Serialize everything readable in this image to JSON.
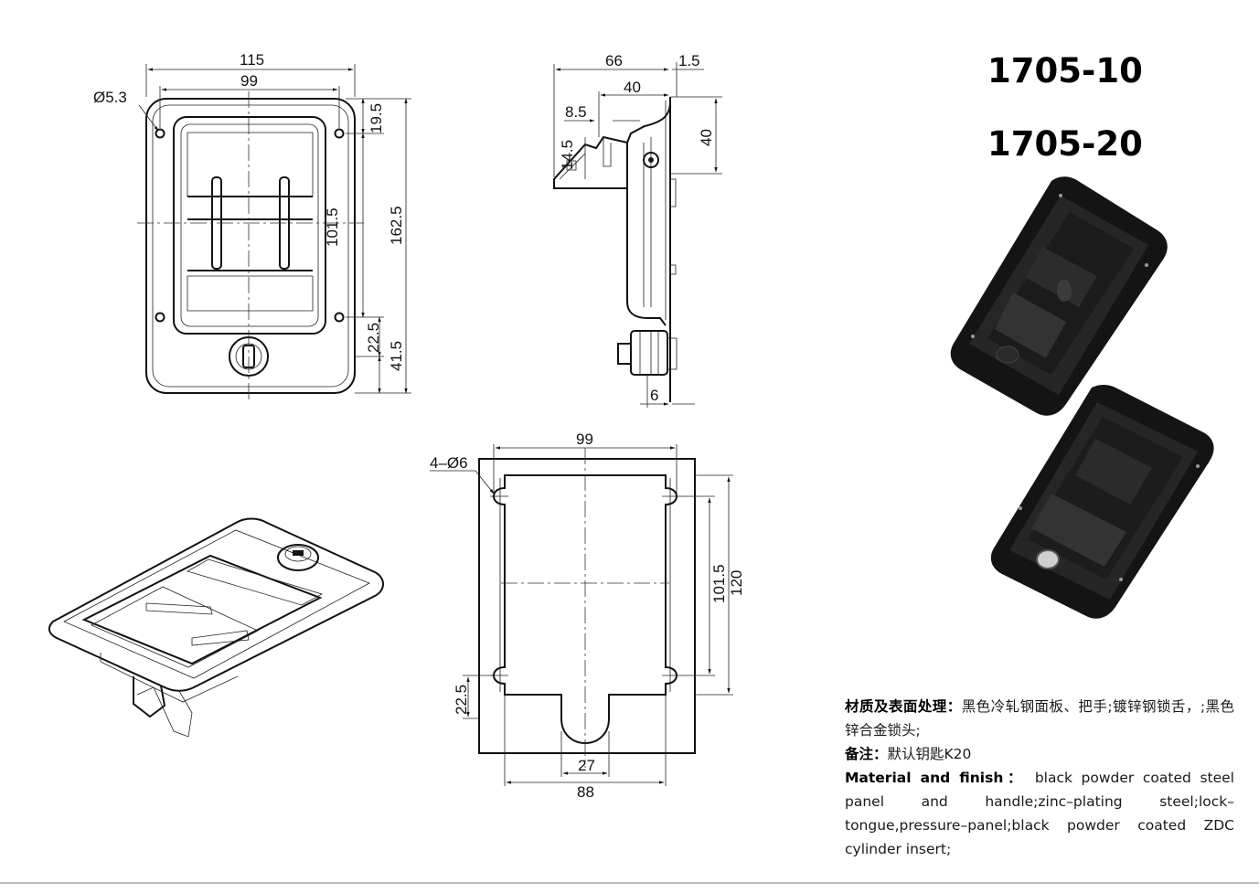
{
  "models": [
    "1705-10",
    "1705-20"
  ],
  "dimensions": {
    "front": {
      "width_outer": "115",
      "width_holes": "99",
      "hole_dia": "Ø5.3",
      "top_offset": "19.5",
      "hole_pitch": "101.5",
      "height": "162.5",
      "lock_offset": "22.5",
      "lock_height": "41.5"
    },
    "side": {
      "depth": "66",
      "plate": "1.5",
      "inner_depth": "40",
      "tongue": "8.5",
      "tongue_height": "14.5",
      "top_height": "40",
      "cylinder": "6"
    },
    "cutout": {
      "width": "99",
      "holes": "4–Ø6",
      "hole_pitch": "101.5",
      "height": "120",
      "bottom_offset": "22.5",
      "notch_width": "27",
      "bottom_width": "88"
    }
  },
  "description": {
    "cn_label": "材质及表面处理：",
    "cn_text": "黑色冷轧钢面板、把手;镀锌钢锁舌，;黑色锌合金锁头;",
    "note_label": "备注：",
    "note_text": "默认钥匙K20",
    "en_label": "Material and finish：",
    "en_text": "black powder coated steel panel and handle;zinc–plating steel;lock–tongue,pressure–panel;black powder coated ZDC cylinder insert;"
  },
  "colors": {
    "ink": "#111111",
    "product_black": "#141414",
    "background": "#ffffff"
  }
}
